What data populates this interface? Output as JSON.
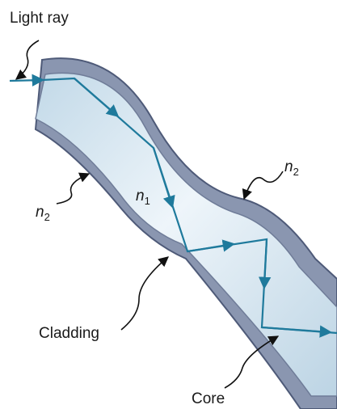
{
  "labels": {
    "light_ray": "Light ray",
    "n2_top": {
      "base": "n",
      "sub": "2"
    },
    "n1": {
      "base": "n",
      "sub": "1"
    },
    "n2_left": {
      "base": "n",
      "sub": "2"
    },
    "cladding": "Cladding",
    "core": "Core"
  },
  "colors": {
    "cladding_fill": "#8a96b0",
    "cladding_stroke": "#4e5a78",
    "core_fill": "#cfe2ee",
    "core_highlight": "#eef5fa",
    "ray": "#1f7a9c",
    "pointer": "#111111"
  }
}
